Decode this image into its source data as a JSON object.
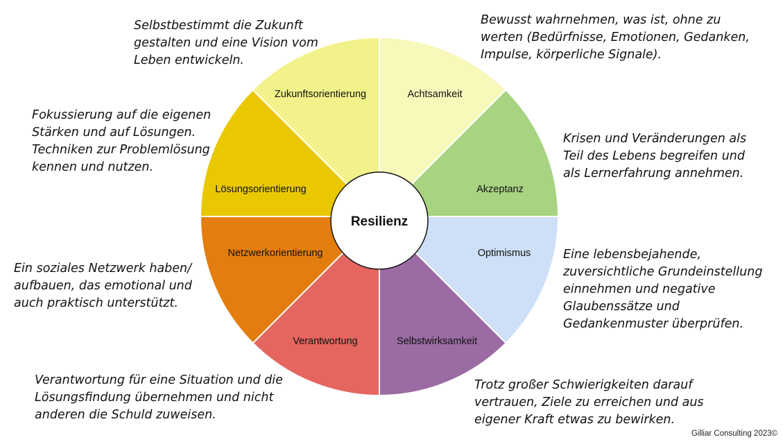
{
  "center": {
    "label": "Resilienz"
  },
  "segments": [
    {
      "id": "achtsamkeit",
      "label": "Achtsamkeit",
      "color": "#f7f8ba"
    },
    {
      "id": "akzeptanz",
      "label": "Akzeptanz",
      "color": "#a8d381"
    },
    {
      "id": "optimismus",
      "label": "Optimismus",
      "color": "#cde0f7"
    },
    {
      "id": "selbstwirksamkeit",
      "label": "Selbstwirksamkeit",
      "color": "#9b6ca3"
    },
    {
      "id": "verantwortung",
      "label": "Verantwortung",
      "color": "#e5665f"
    },
    {
      "id": "netzwerkorientierung",
      "label": "Netzwerkorientierung",
      "color": "#e37d0d"
    },
    {
      "id": "loesungsorientierung",
      "label": "Lösungsorientierung",
      "color": "#e9c802"
    },
    {
      "id": "zukunftsorientierung",
      "label": "Zukunftsorientierung",
      "color": "#f2f28a"
    }
  ],
  "descriptions": {
    "achtsamkeit": "Bewusst wahrnehmen, was ist, ohne zu\nwerten (Bedürfnisse, Emotionen, Gedanken,\nImpulse, körperliche Signale).",
    "akzeptanz": "Krisen und Veränderungen als\nTeil des Lebens begreifen und\nals Lernerfahrung annehmen.",
    "optimismus": "Eine lebensbejahende,\nzuversichtliche Grundeinstellung\neinnehmen und negative\nGlaubenssätze und\nGedankenmuster überprüfen.",
    "selbstwirksamkeit": "Trotz großer Schwierigkeiten darauf\nvertrauen, Ziele zu erreichen und aus\neigener Kraft etwas zu bewirken.",
    "verantwortung": "Verantwortung für eine Situation und die\nLösungsfindung übernehmen und nicht\nanderen die Schuld zuweisen.",
    "netzwerkorientierung": "Ein soziales Netzwerk haben/\naufbauen, das emotional und\nauch praktisch unterstützt.",
    "loesungsorientierung": "Fokussierung auf die eigenen\nStärken und auf Lösungen.\nTechniken zur Problemlösung\nkennen und nutzen.",
    "zukunftsorientierung": "Selbstbestimmt die Zukunft\ngestalten und eine Vision vom\nLeben entwickeln."
  },
  "credit": "Gilliar Consulting 2023©"
}
